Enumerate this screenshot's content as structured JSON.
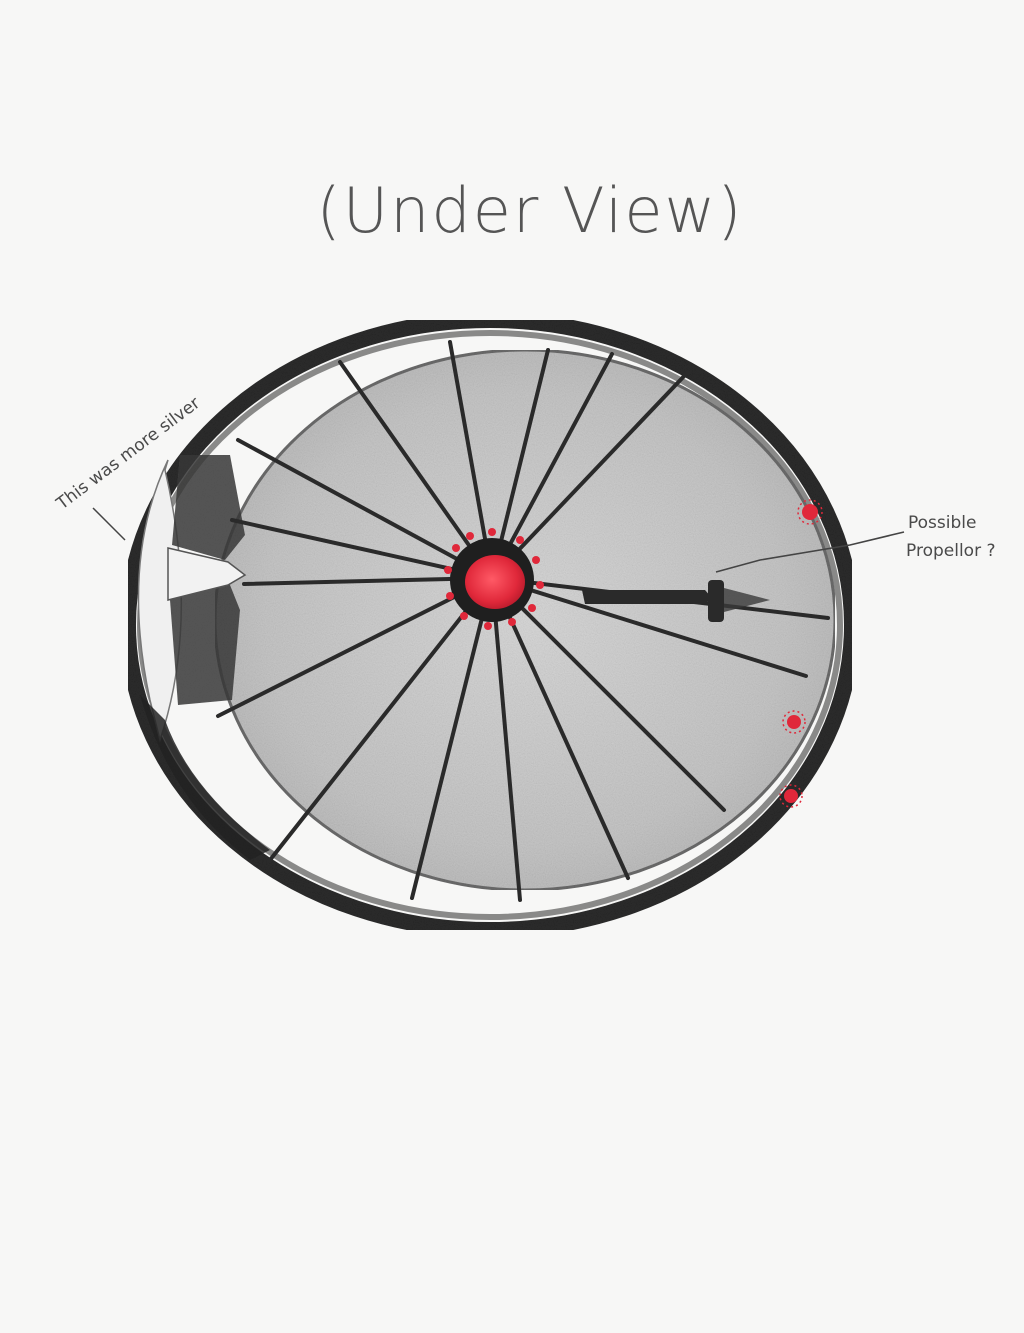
{
  "title": "(Under View)",
  "annotations": {
    "left_note": "This was more silver",
    "right_note_line1": "Possible",
    "right_note_line2": "Propellor ?"
  },
  "colors": {
    "paper": "#f7f7f6",
    "pencil_dark": "#2b2b2b",
    "pencil_fill": "#c9c9c9",
    "red_accent": "#e0283a"
  }
}
